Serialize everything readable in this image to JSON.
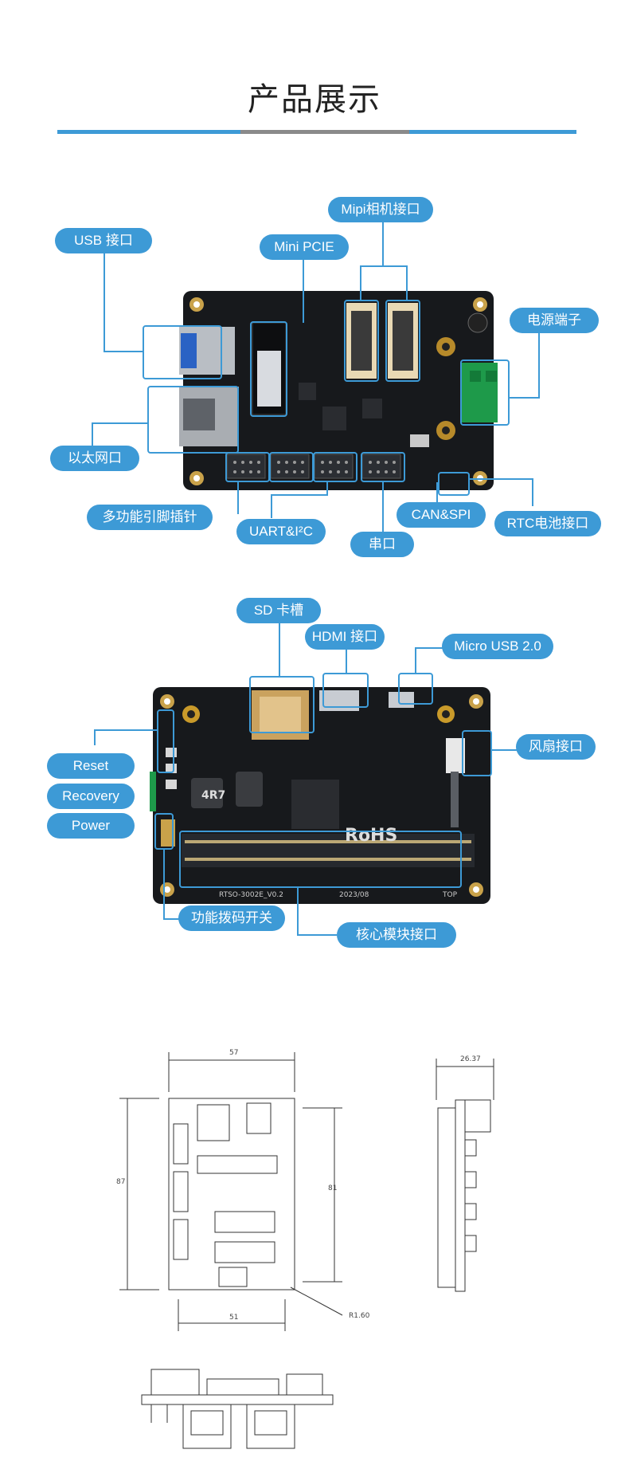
{
  "section_title": "产品展示",
  "colors": {
    "accent": "#3d9ad6",
    "bar_gray": "#8a8a8a",
    "pcb": "#17191c"
  },
  "top_board": {
    "labels": {
      "mipi": "Mipi相机接口",
      "usb": "USB 接口",
      "mini_pcie": "Mini PCIE",
      "power_terminal": "电源端子",
      "ethernet": "以太网口",
      "multi_pin": "多功能引脚插针",
      "uart_i2c": "UART&I²C",
      "can_spi": "CAN&SPI",
      "serial": "串口",
      "rtc": "RTC电池接口"
    }
  },
  "bottom_board": {
    "labels": {
      "sd": "SD 卡槽",
      "hdmi": "HDMI 接口",
      "micro_usb": "Micro USB 2.0",
      "fan": "风扇接口",
      "reset": "Reset",
      "recovery": "Recovery",
      "power": "Power",
      "dip_switch": "功能拨码开关",
      "core_module": "核心模块接口"
    },
    "silk": {
      "rohs": "RoHS",
      "model": "RTSO-3002E_V0.2",
      "inductor": "4R7",
      "date": "2023/08",
      "top": "TOP"
    }
  },
  "drawing": {
    "dims": {
      "width_top": "57",
      "width_bottom": "51",
      "height_left": "87",
      "height_right": "81",
      "depth": "26.37",
      "radius": "R1.60"
    }
  }
}
